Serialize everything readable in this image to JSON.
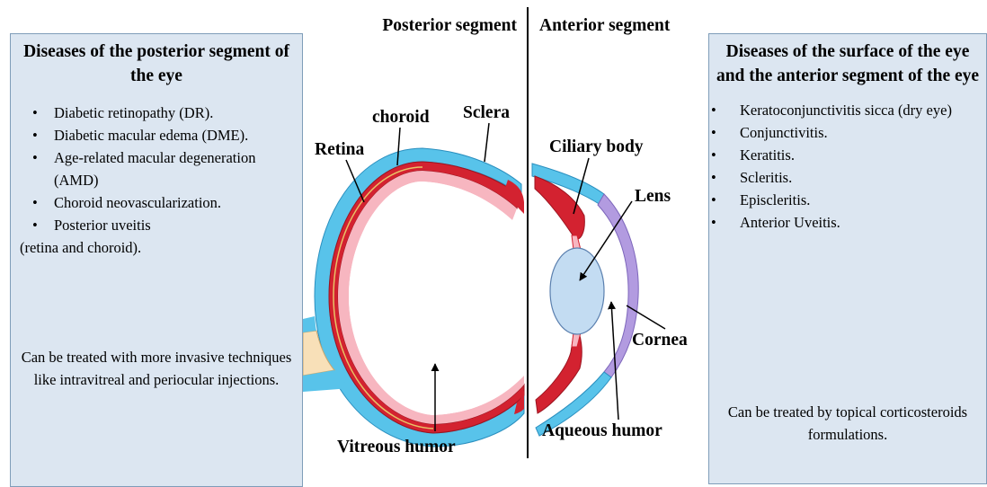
{
  "left_panel": {
    "title": "Diseases of the posterior segment of the eye",
    "items": [
      "Diabetic retinopathy (DR).",
      "Diabetic macular edema (DME).",
      "Age-related macular degeneration (AMD)",
      "Choroid neovascularization.",
      "Posterior uveitis"
    ],
    "items_tail": "(retina and choroid).",
    "note": "Can be treated with more invasive techniques like intravitreal and periocular injections."
  },
  "right_panel": {
    "title": "Diseases of the surface of the eye and the anterior segment of the eye",
    "items": [
      "Keratoconjunctivitis sicca (dry eye)",
      "Conjunctivitis.",
      "Keratitis.",
      "Scleritis.",
      "Episcleritis.",
      "Anterior Uveitis."
    ],
    "note": "Can be treated by topical corticosteroids formulations."
  },
  "diagram": {
    "segment_posterior": "Posterior segment",
    "segment_anterior": "Anterior segment",
    "labels": {
      "choroid": "choroid",
      "sclera": "Sclera",
      "retina": "Retina",
      "ciliary_body": "Ciliary body",
      "lens": "Lens",
      "cornea": "Cornea",
      "aqueous_humor": "Aqueous humor",
      "vitreous_humor": "Vitreous humor"
    },
    "colors": {
      "sclera": "#58c3ea",
      "choroid": "#d32230",
      "retina": "#f7b6c0",
      "lens": "#c3dcf2",
      "cornea": "#b29be0",
      "optic_nerve": "#f8e0b8",
      "panel_bg": "#dce6f1"
    }
  }
}
